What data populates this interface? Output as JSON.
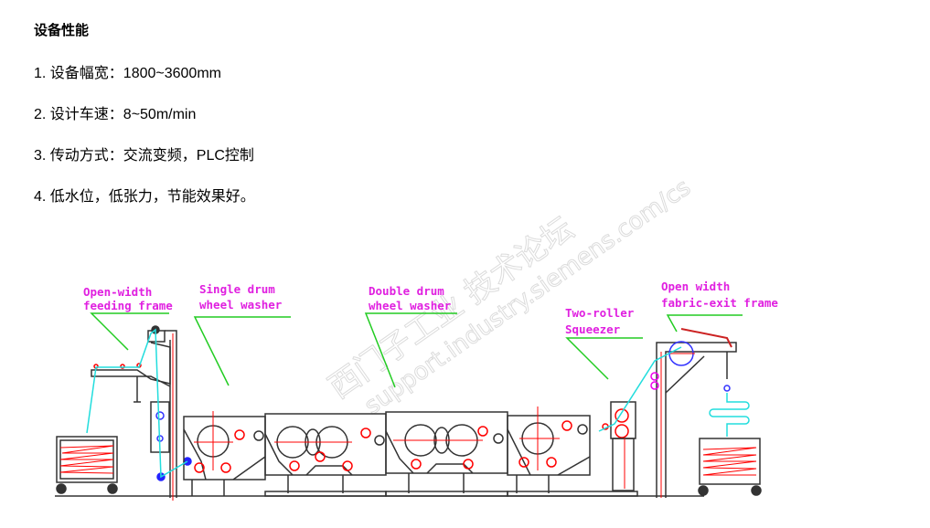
{
  "heading": "设备性能",
  "specs": [
    "1. 设备幅宽：1800~3600mm",
    "2. 设计车速：8~50m/min",
    "3. 传动方式：交流变频，PLC控制",
    "4. 低水位，低张力，节能效果好。"
  ],
  "diagram": {
    "labels": {
      "feeding_1": "Open-width",
      "feeding_2": "feeding frame",
      "single_1": "Single drum",
      "single_2": "wheel washer",
      "double_1": "Double drum",
      "double_2": "wheel washer",
      "squeezer_1": "Two-roller",
      "squeezer_2": "Squeezer",
      "exit_1": "Open width",
      "exit_2": "fabric-exit frame"
    },
    "colors": {
      "label": "#e020e0",
      "leader": "#22cc22",
      "fabric": "#22dddd",
      "axis": "#ff0000",
      "frame": "#333333"
    }
  },
  "watermark": {
    "line1": "西门子工业 技术论坛",
    "line2": "support.industry.siemens.com/cs"
  }
}
